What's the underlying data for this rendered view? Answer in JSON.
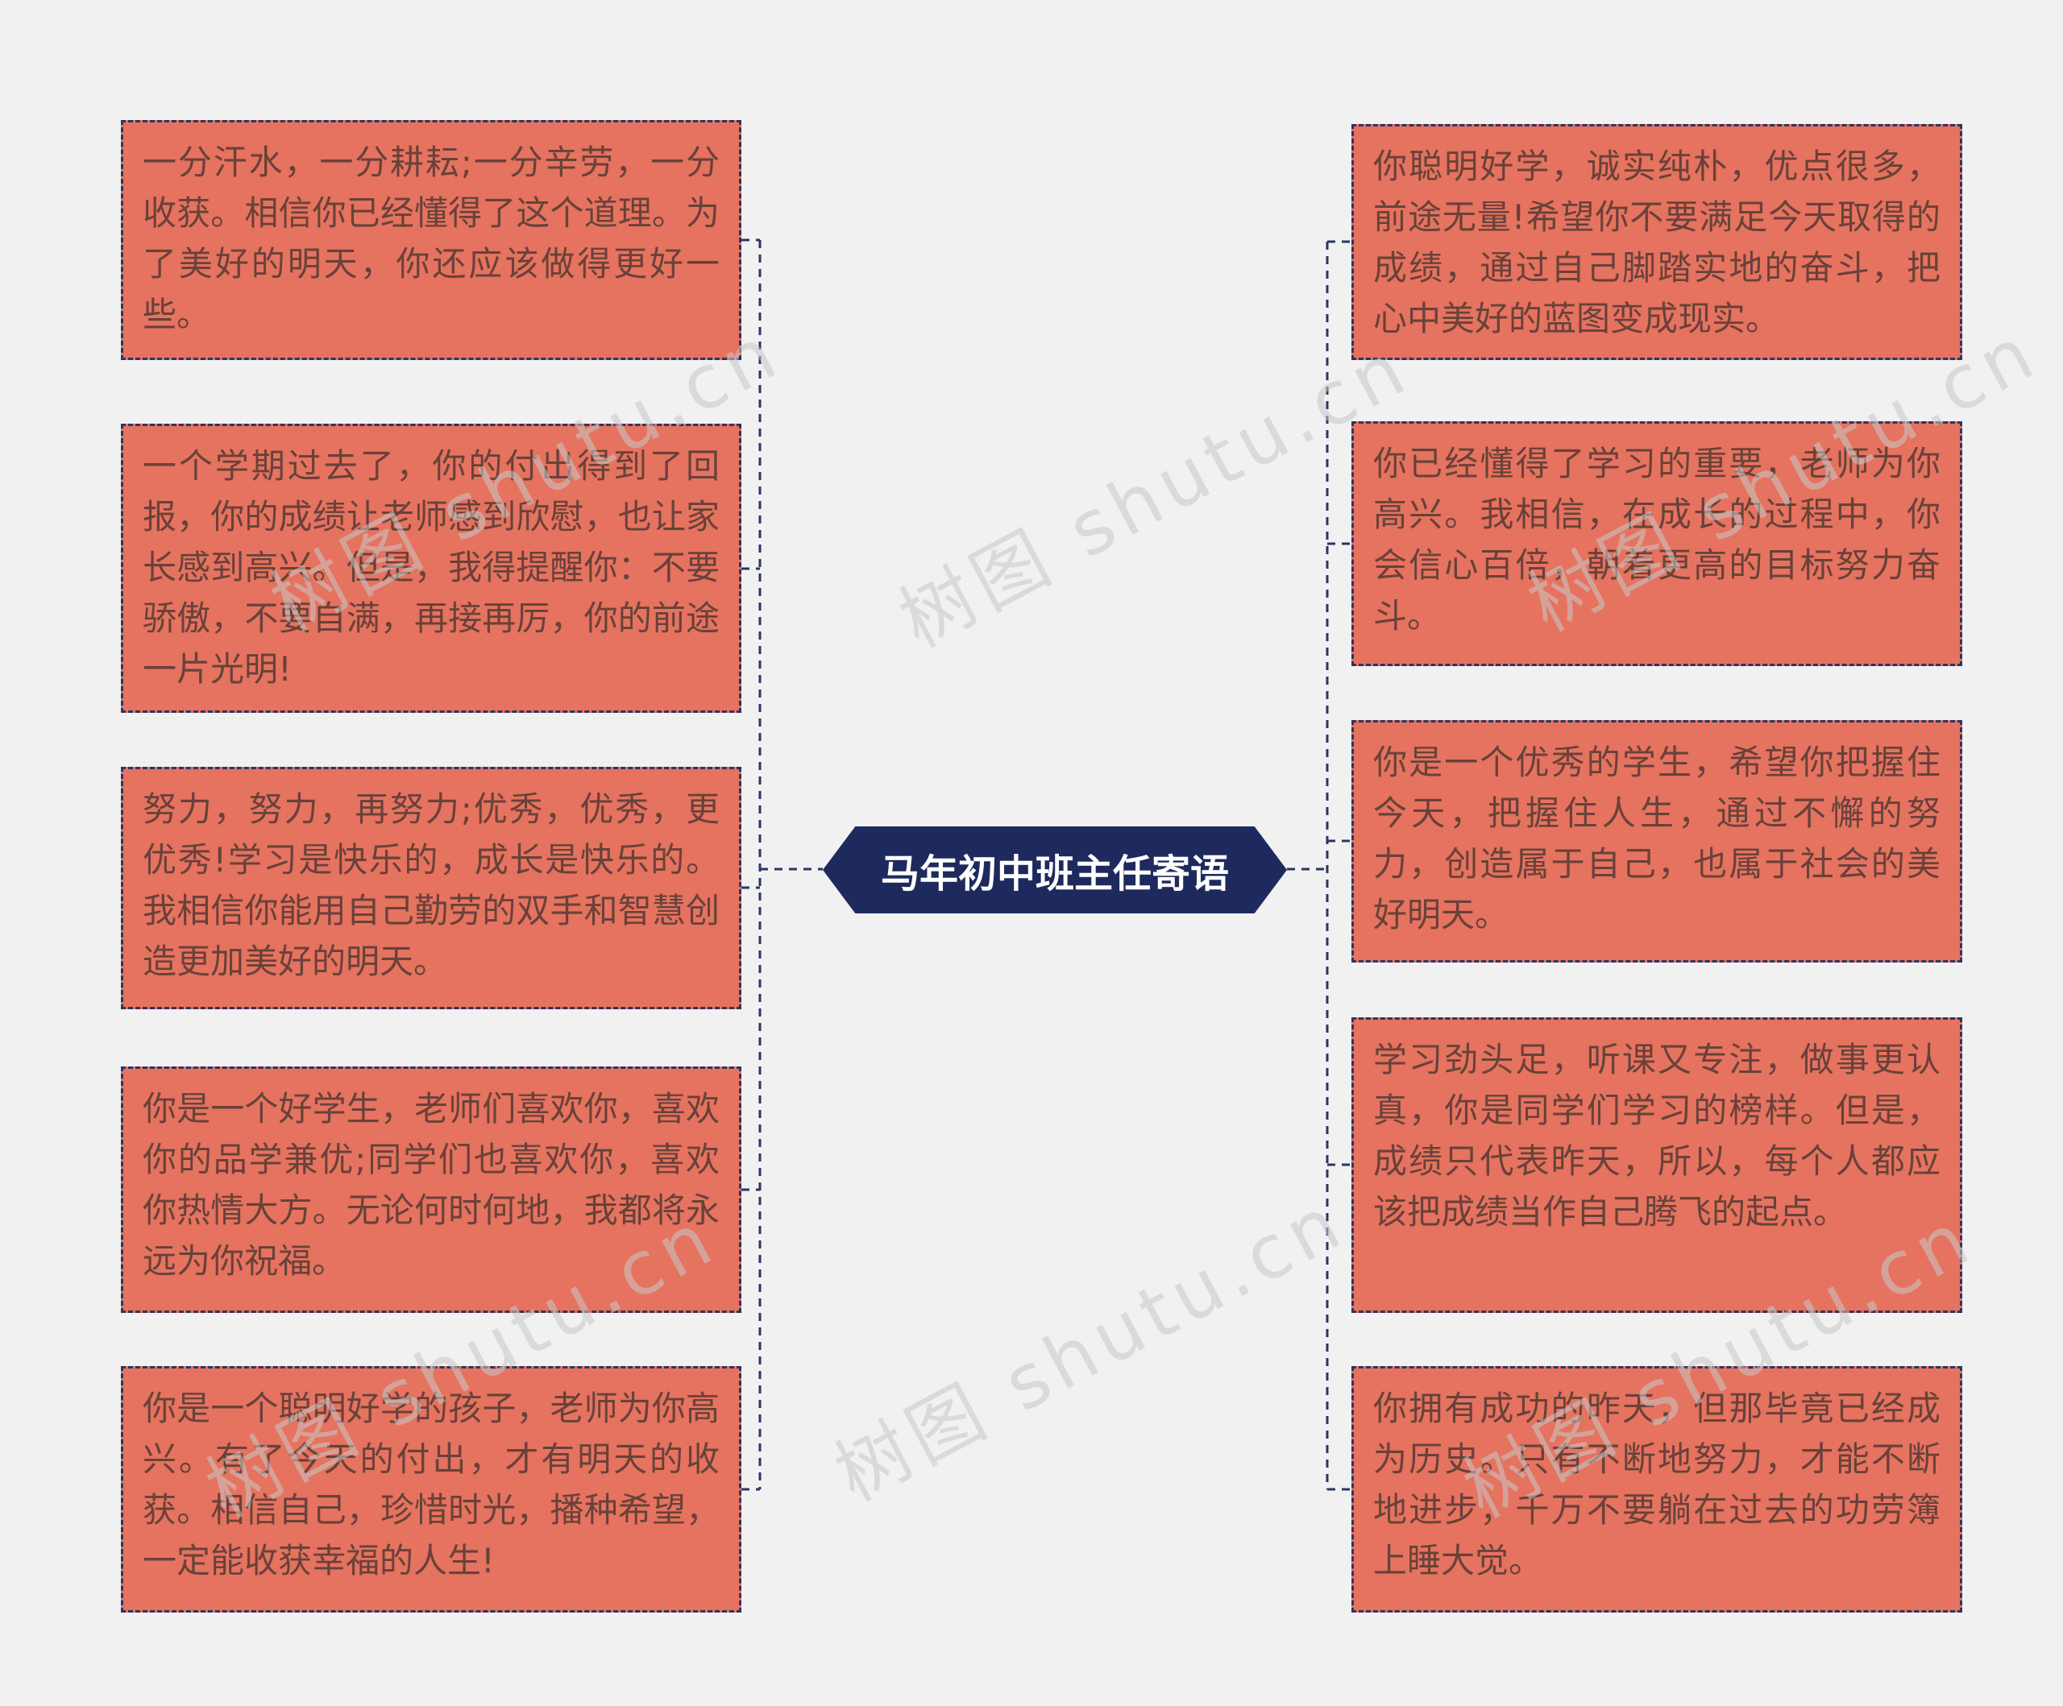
{
  "center": {
    "label": "马年初中班主任寄语",
    "fill": "#1e2a5e",
    "text_color": "#ffffff"
  },
  "watermark": {
    "text": "树图 shutu.cn"
  },
  "colors": {
    "background": "#f1f1f2",
    "node_fill": "#e5735f",
    "node_border": "#2b3563",
    "node_text": "#69413a",
    "connector": "#2b3563"
  },
  "left_nodes": [
    {
      "text": "一分汗水，一分耕耘;一分辛劳，一分收获。相信你已经懂得了这个道理。为了美好的明天，你还应该做得更好一些。"
    },
    {
      "text": "一个学期过去了，你的付出得到了回报，你的成绩让老师感到欣慰，也让家长感到高兴。但是，我得提醒你：不要骄傲，不要自满，再接再厉，你的前途一片光明!"
    },
    {
      "text": "努力，努力，再努力;优秀，优秀，更优秀!学习是快乐的，成长是快乐的。我相信你能用自己勤劳的双手和智慧创造更加美好的明天。"
    },
    {
      "text": "你是一个好学生，老师们喜欢你，喜欢你的品学兼优;同学们也喜欢你，喜欢你热情大方。无论何时何地，我都将永远为你祝福。"
    },
    {
      "text": "你是一个聪明好学的孩子，老师为你高兴。有了今天的付出，才有明天的收获。相信自己，珍惜时光，播种希望，一定能收获幸福的人生!"
    }
  ],
  "right_nodes": [
    {
      "text": "你聪明好学，诚实纯朴，优点很多，前途无量!希望你不要满足今天取得的成绩，通过自己脚踏实地的奋斗，把心中美好的蓝图变成现实。"
    },
    {
      "text": "你已经懂得了学习的重要，老师为你高兴。我相信，在成长的过程中，你会信心百倍，朝着更高的目标努力奋斗。"
    },
    {
      "text": "你是一个优秀的学生，希望你把握住今天，把握住人生，通过不懈的努力，创造属于自己，也属于社会的美好明天。"
    },
    {
      "text": "学习劲头足，听课又专注，做事更认真，你是同学们学习的榜样。但是，成绩只代表昨天，所以，每个人都应该把成绩当作自己腾飞的起点。"
    },
    {
      "text": "你拥有成功的昨天，但那毕竟已经成为历史。只有不断地努力，才能不断地进步，千万不要躺在过去的功劳簿上睡大觉。"
    }
  ]
}
